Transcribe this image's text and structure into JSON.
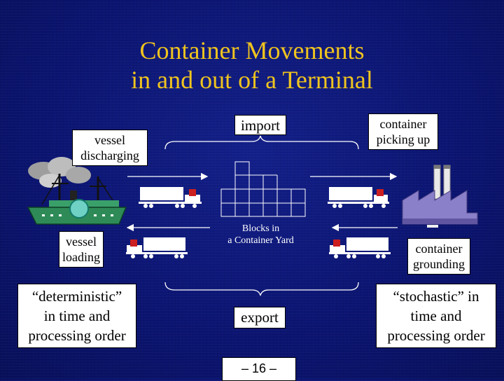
{
  "slide": {
    "title_line1": "Container Movements",
    "title_line2": "in and out of a Terminal",
    "page_number": "– 16 –"
  },
  "labels": {
    "vessel_discharging": [
      "vessel",
      "discharging"
    ],
    "container_picking_up": [
      "container",
      "picking up"
    ],
    "import": "import",
    "export": "export",
    "vessel_loading": [
      "vessel",
      "loading"
    ],
    "container_grounding": [
      "container",
      "grounding"
    ],
    "blocks_in_yard": [
      "Blocks in",
      "a Container Yard"
    ],
    "deterministic": [
      "“deterministic”",
      "in time and",
      "processing order"
    ],
    "stochastic": [
      "“stochastic” in",
      "time and",
      "processing order"
    ]
  },
  "colors": {
    "background": "#0b1470",
    "title": "#f0c41e",
    "box_fill": "#ffffff",
    "ship_hull": "#2e8b57",
    "factory": "#8a7fc9"
  },
  "icons": [
    "ship-icon",
    "factory-icon",
    "truck-icon",
    "container-yard-icon",
    "arrow-icon",
    "brace-icon"
  ]
}
